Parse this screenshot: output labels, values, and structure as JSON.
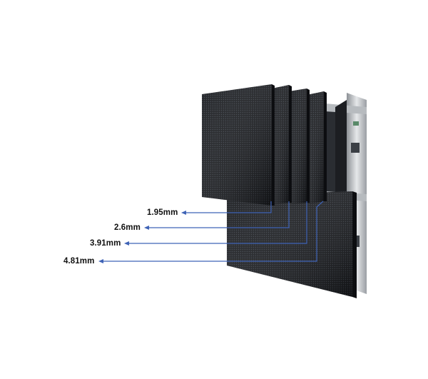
{
  "colors": {
    "background": "#ffffff",
    "panel_face": "#17191d",
    "panel_edge": "#0c0d10",
    "frame": "#c9ccd0",
    "leader_line": "#3f63b6",
    "label_text": "#111111"
  },
  "pitch_labels": [
    {
      "text": "1.95mm"
    },
    {
      "text": "2.6mm"
    },
    {
      "text": "3.91mm"
    },
    {
      "text": "4.81mm"
    }
  ]
}
